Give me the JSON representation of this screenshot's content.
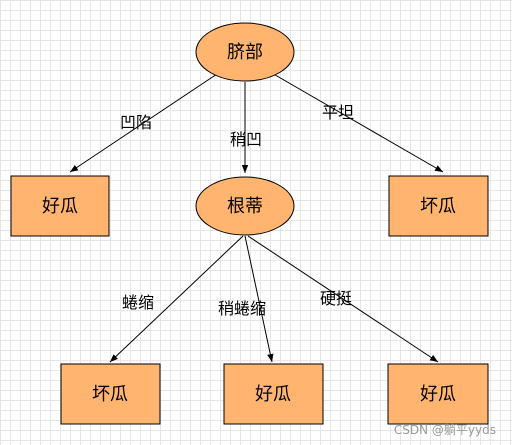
{
  "colors": {
    "node_fill": "#FFB570",
    "stroke": "#000000",
    "edge": "#000000"
  },
  "nodes": {
    "qidu": {
      "label": "脐部",
      "shape": "ellipse"
    },
    "gendi": {
      "label": "根蒂",
      "shape": "ellipse"
    },
    "leaf_left": {
      "label": "好瓜",
      "shape": "rect"
    },
    "leaf_right": {
      "label": "坏瓜",
      "shape": "rect"
    },
    "leaf_b1": {
      "label": "坏瓜",
      "shape": "rect"
    },
    "leaf_b2": {
      "label": "好瓜",
      "shape": "rect"
    },
    "leaf_b3": {
      "label": "好瓜",
      "shape": "rect"
    }
  },
  "edges": {
    "aoxian": {
      "label": "凹陷"
    },
    "shaoao": {
      "label": "稍凹"
    },
    "pingtan": {
      "label": "平坦"
    },
    "quansuo": {
      "label": "蜷缩"
    },
    "shaoquansuo": {
      "label": "稍蜷缩"
    },
    "yingting": {
      "label": "硬挺"
    }
  },
  "watermark": "CSDN @躺平yyds"
}
